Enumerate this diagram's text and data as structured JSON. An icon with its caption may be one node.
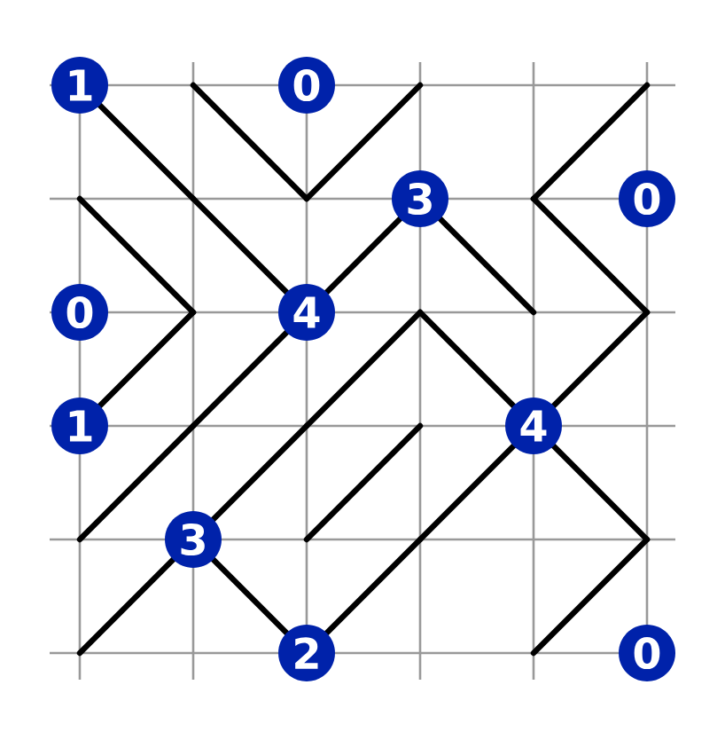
{
  "diagram": {
    "nodes": [
      {
        "text": [
          "1"
        ]
      },
      {
        "text": [
          "0"
        ]
      },
      {
        "text": [
          "3"
        ]
      },
      {
        "text": [
          "0"
        ]
      },
      {
        "text": [
          "0"
        ]
      },
      {
        "text": [
          "4"
        ]
      },
      {
        "text": [
          "1"
        ]
      },
      {
        "text": [
          "4"
        ]
      },
      {
        "text": [
          "3"
        ]
      },
      {
        "text": [
          "2"
        ]
      },
      {
        "text": [
          "0"
        ]
      }
    ]
  }
}
